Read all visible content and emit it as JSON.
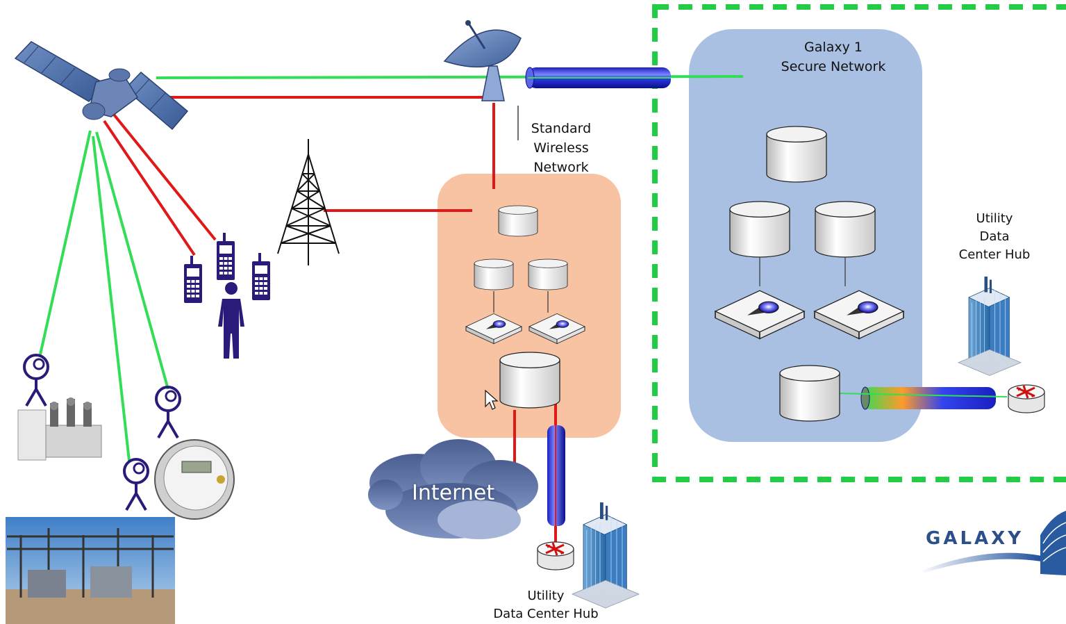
{
  "labels": {
    "standard_wireless_l1": "Standard",
    "standard_wireless_l2": "Wireless",
    "standard_wireless_l3": "Network",
    "galaxy_l1": "Galaxy 1",
    "galaxy_l2": "Secure  Network",
    "utility_right_l1": "Utility",
    "utility_right_l2": "Data",
    "utility_right_l3": "Center Hub",
    "utility_bottom_l1": "Utility",
    "utility_bottom_l2": "Data Center Hub",
    "internet": "Internet",
    "logo": "GALAXY"
  },
  "colors": {
    "secure_link": "#33dd55",
    "standard_link": "#e01818",
    "secure_zone_border": "#22cc44",
    "secure_panel": "#a9c0e2",
    "standard_panel": "#f8c3a3",
    "icon_purple": "#2a1a7a"
  },
  "icons": [
    "satellite-icon",
    "satellite-dish-icon",
    "cell-tower-icon",
    "mobile-phone-icon",
    "person-icon",
    "smart-meter-icon",
    "transformer-icon",
    "server-icon",
    "router-icon",
    "office-building-icon",
    "internet-cloud-icon",
    "fiber-cable-icon",
    "substation-photo",
    "galaxy-logo"
  ]
}
